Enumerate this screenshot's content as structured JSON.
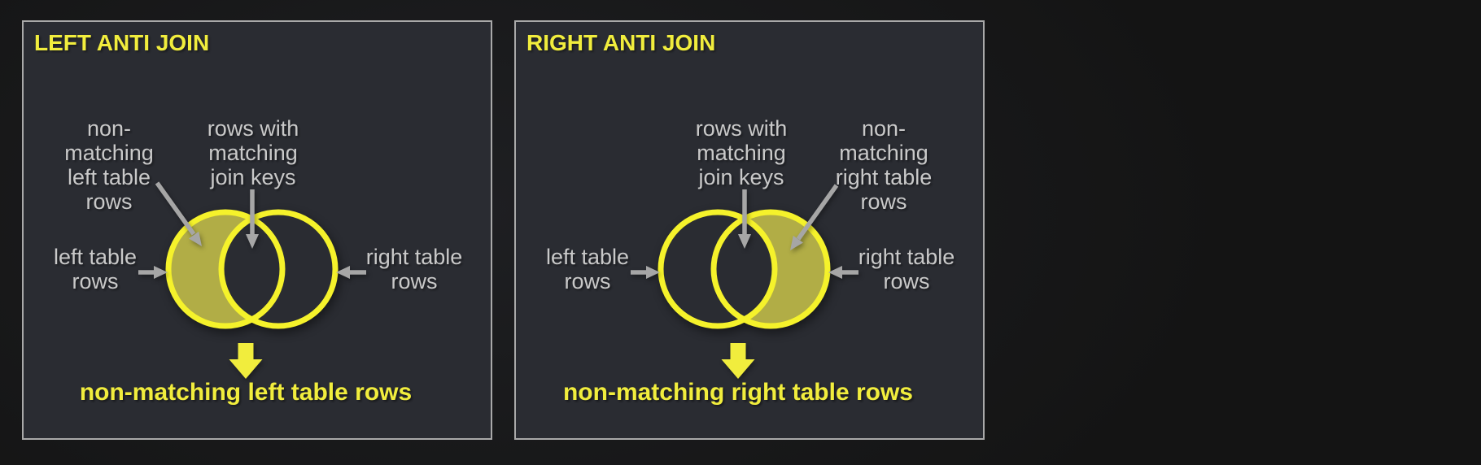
{
  "colors": {
    "page_bg": "#151515",
    "panel_bg": "#2a2c32",
    "panel_border": "#a9a9a9",
    "accent_yellow": "#f1ed3d",
    "ring_yellow": "#f5f22b",
    "olive_fill": "#b1ad46",
    "label_gray": "#c9c9c9",
    "arrow_gray": "#a6a6a6"
  },
  "icons": {
    "pointer_arrow": "gray pointer arrow (line with triangular head)",
    "down_arrow": "yellow block down-arrow"
  },
  "panels": [
    {
      "title": "LEFT ANTI JOIN",
      "shaded_region": "left",
      "labels": {
        "non_matching": "non-\nmatching\nleft table\nrows",
        "matching_keys": "rows with\nmatching\njoin keys",
        "left_circle": "left table\nrows",
        "right_circle": "right table\nrows"
      },
      "result": "non-matching left table rows"
    },
    {
      "title": "RIGHT ANTI JOIN",
      "shaded_region": "right",
      "labels": {
        "non_matching": "non-\nmatching\nright table\nrows",
        "matching_keys": "rows with\nmatching\njoin keys",
        "left_circle": "left table\nrows",
        "right_circle": "right table\nrows"
      },
      "result": "non-matching right table rows"
    }
  ]
}
